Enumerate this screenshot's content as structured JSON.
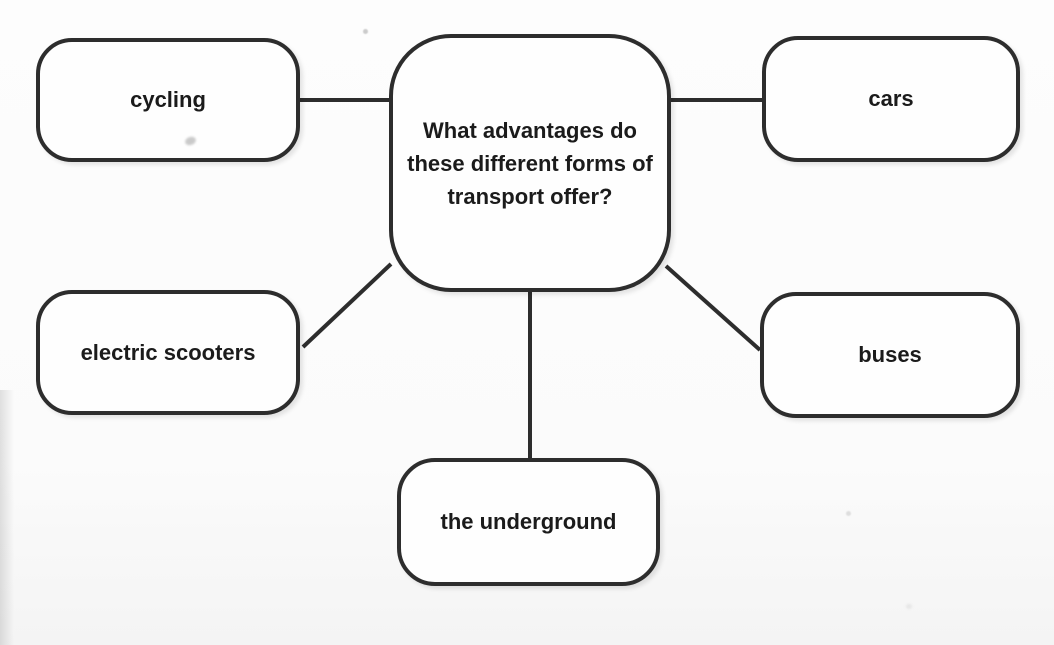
{
  "diagram": {
    "center_node": {
      "label": "What advantages do these different forms of transport offer?",
      "lines": [
        "What advantages do",
        "these different forms of",
        "transport offer?"
      ]
    },
    "nodes": [
      {
        "id": "cycling",
        "label": "cycling"
      },
      {
        "id": "cars",
        "label": "cars"
      },
      {
        "id": "electric-scooters",
        "label": "electric scooters"
      },
      {
        "id": "buses",
        "label": "buses"
      },
      {
        "id": "the-underground",
        "label": "the underground"
      }
    ],
    "colors": {
      "line": "#2d2d2d",
      "box_background": "#fefefe",
      "text": "#1b1b1b",
      "page_background": "#fbfbfb"
    }
  }
}
